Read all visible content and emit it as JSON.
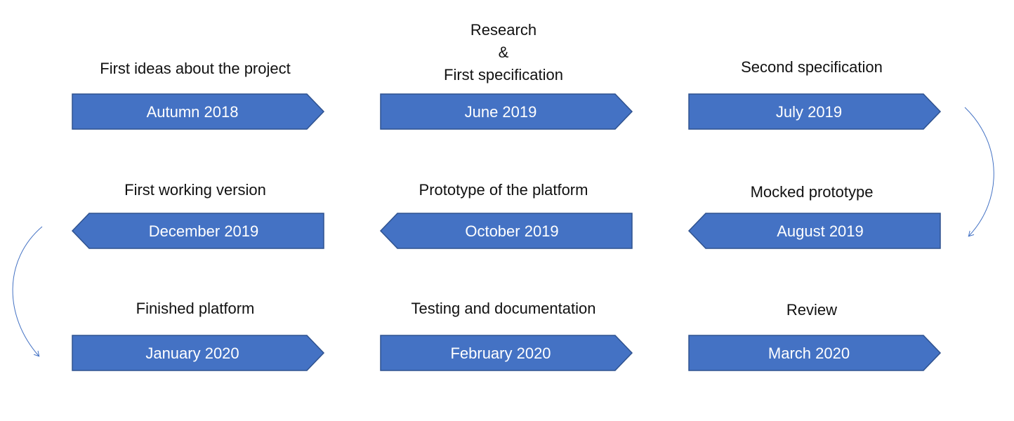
{
  "colors": {
    "arrow_fill": "#4472c4",
    "arrow_border": "#2f528f",
    "connector": "#4472c4",
    "caption_text": "#111111",
    "date_text": "#ffffff"
  },
  "milestones": [
    {
      "date": "Autumn 2018",
      "caption": [
        "First ideas about the project"
      ],
      "direction": "right"
    },
    {
      "date": "June 2019",
      "caption": [
        "Research",
        "&",
        "First specification"
      ],
      "direction": "right"
    },
    {
      "date": "July 2019",
      "caption": [
        "Second specification"
      ],
      "direction": "right"
    },
    {
      "date": "December 2019",
      "caption": [
        "First working version"
      ],
      "direction": "left"
    },
    {
      "date": "October 2019",
      "caption": [
        "Prototype of the platform"
      ],
      "direction": "left"
    },
    {
      "date": "August 2019",
      "caption": [
        "Mocked prototype"
      ],
      "direction": "left"
    },
    {
      "date": "January 2020",
      "caption": [
        "Finished platform"
      ],
      "direction": "right"
    },
    {
      "date": "February 2020",
      "caption": [
        "Testing and documentation"
      ],
      "direction": "right"
    },
    {
      "date": "March 2020",
      "caption": [
        "Review"
      ],
      "direction": "right"
    }
  ]
}
